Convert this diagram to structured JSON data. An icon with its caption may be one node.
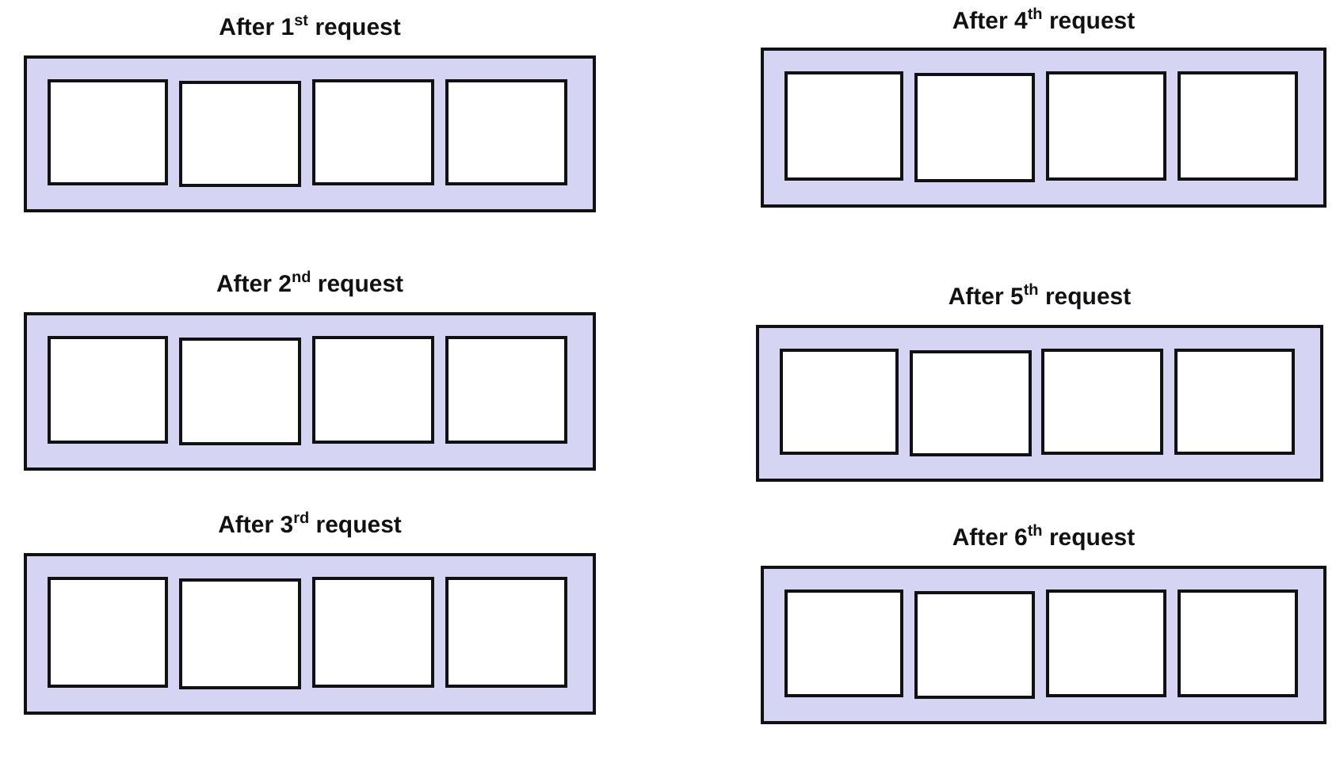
{
  "diagram": {
    "nodes": [
      {
        "text": [
          "After 1$^{st}$ request"
        ]
      },
      {
        "text": [],
        "shape": "box",
        "in": 0
      },
      {
        "text": [],
        "shape": "box",
        "in": 0
      },
      {
        "text": [],
        "shape": "box",
        "in": 0
      },
      {
        "text": [],
        "shape": "box",
        "in": 0
      },
      {
        "text": [
          "After 2$^{nd}$ request"
        ]
      },
      {
        "text": [],
        "shape": "box",
        "in": 5
      },
      {
        "text": [],
        "shape": "box",
        "in": 5
      },
      {
        "text": [],
        "shape": "box",
        "in": 5
      },
      {
        "text": [],
        "shape": "box",
        "in": 5
      },
      {
        "text": [
          "After 3$^{rd}$ request"
        ]
      },
      {
        "text": [],
        "shape": "box",
        "in": 10
      },
      {
        "text": [],
        "shape": "box",
        "in": 10
      },
      {
        "text": [],
        "shape": "box",
        "in": 10
      },
      {
        "text": [],
        "shape": "box",
        "in": 10
      },
      {
        "text": [
          "After 4$^{th}$ request"
        ]
      },
      {
        "text": [],
        "shape": "box",
        "in": 15
      },
      {
        "text": [],
        "shape": "box",
        "in": 15
      },
      {
        "text": [],
        "shape": "box",
        "in": 15
      },
      {
        "text": [],
        "shape": "box",
        "in": 15
      },
      {
        "text": [
          "After 5$^{th}$ request"
        ]
      },
      {
        "text": [],
        "shape": "box",
        "in": 20
      },
      {
        "text": [],
        "shape": "box",
        "in": 20
      },
      {
        "text": [],
        "shape": "box",
        "in": 20
      },
      {
        "text": [],
        "shape": "box",
        "in": 20
      },
      {
        "text": [
          "After 6$^{th}$ request"
        ]
      },
      {
        "text": [],
        "shape": "box",
        "in": 25
      },
      {
        "text": [],
        "shape": "box",
        "in": 25
      },
      {
        "text": [],
        "shape": "box",
        "in": 25
      },
      {
        "text": [],
        "shape": "box",
        "in": 25
      }
    ]
  }
}
